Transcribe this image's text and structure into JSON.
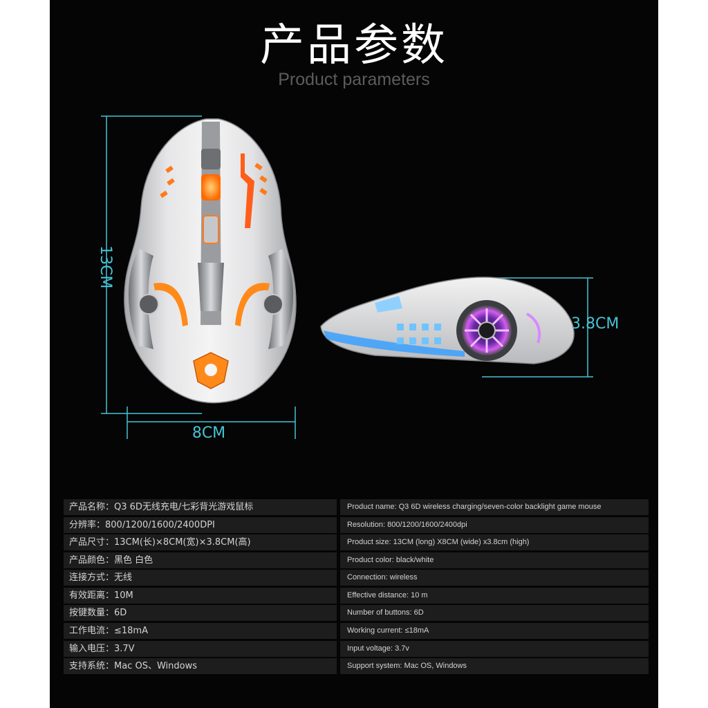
{
  "header": {
    "title_cn": "产品参数",
    "title_en": "Product parameters"
  },
  "dimensions": {
    "length": "13CM",
    "width": "8CM",
    "height": "3.8CM"
  },
  "colors": {
    "panel_bg": "#050505",
    "dimension_line": "#46c3d6",
    "row_bg": "#1d1d1d",
    "accent_orange": "#ff7a1a"
  },
  "specs": {
    "rows": [
      {
        "cn": "产品名称：Q3 6D无线充电/七彩背光游戏鼠标",
        "en": "Product name: Q3 6D wireless charging/seven-color backlight game mouse"
      },
      {
        "cn": "分辨率：800/1200/1600/2400DPI",
        "en": "Resolution: 800/1200/1600/2400dpi"
      },
      {
        "cn": "产品尺寸：13CM(长)×8CM(宽)×3.8CM(高)",
        "en": "Product size: 13CM (long) X8CM (wide) x3.8cm (high)"
      },
      {
        "cn": "产品颜色：黑色 白色",
        "en": "Product color: black/white"
      },
      {
        "cn": "连接方式：无线",
        "en": "Connection: wireless"
      },
      {
        "cn": "有效距离：10M",
        "en": "Effective distance: 10 m"
      },
      {
        "cn": "按键数量：6D",
        "en": "Number of buttons: 6D"
      },
      {
        "cn": "工作电流：≤18mA",
        "en": "Working current: ≤18mA"
      },
      {
        "cn": "输入电压：3.7V",
        "en": "Input voltage: 3.7v"
      },
      {
        "cn": "支持系统：Mac OS、Windows",
        "en": "Support system: Mac OS, Windows"
      }
    ]
  }
}
